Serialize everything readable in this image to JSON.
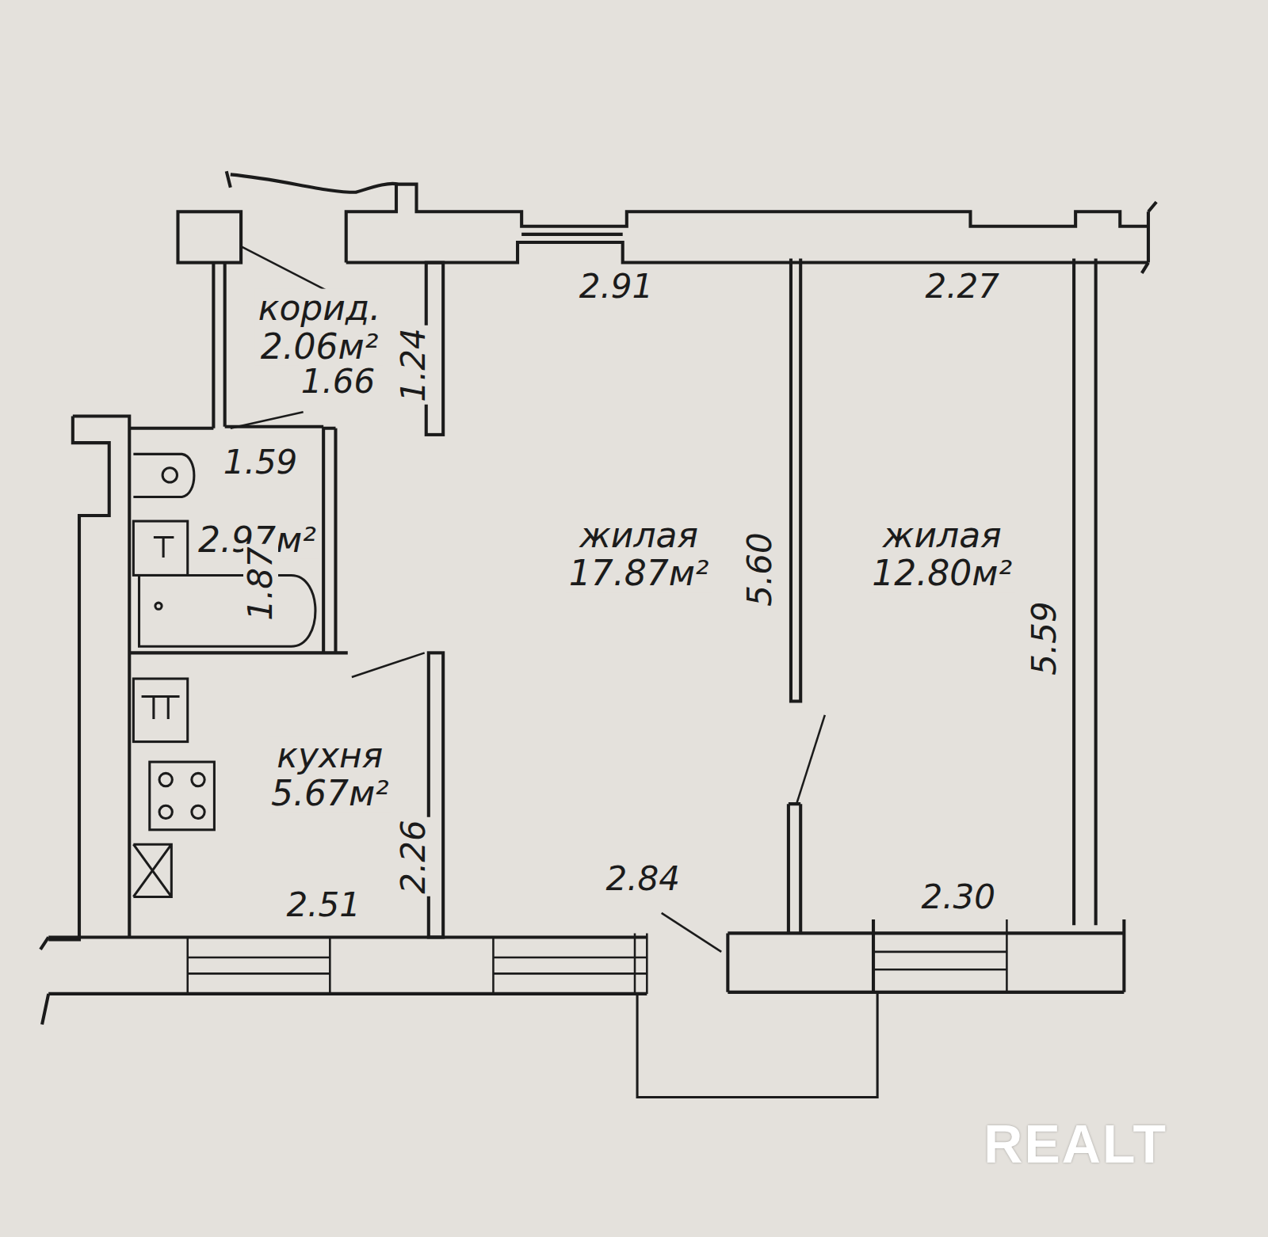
{
  "diagram": {
    "nodes": [
      {
        "text": [
          "корид. 2.06м²"
        ]
      },
      {
        "text": [
          "2.97м²"
        ]
      },
      {
        "text": [
          "кухня 5.67м²"
        ]
      },
      {
        "text": [
          "жилая 17.87м²"
        ]
      },
      {
        "text": [
          "жилая 12.80м²"
        ]
      }
    ],
    "labels": [
      "2.91",
      "2.27",
      "1.66",
      "1.24",
      "1.59",
      "1.87",
      "5.60",
      "5.59",
      "2.26",
      "2.51",
      "2.84",
      "2.30",
      "REALT"
    ]
  }
}
